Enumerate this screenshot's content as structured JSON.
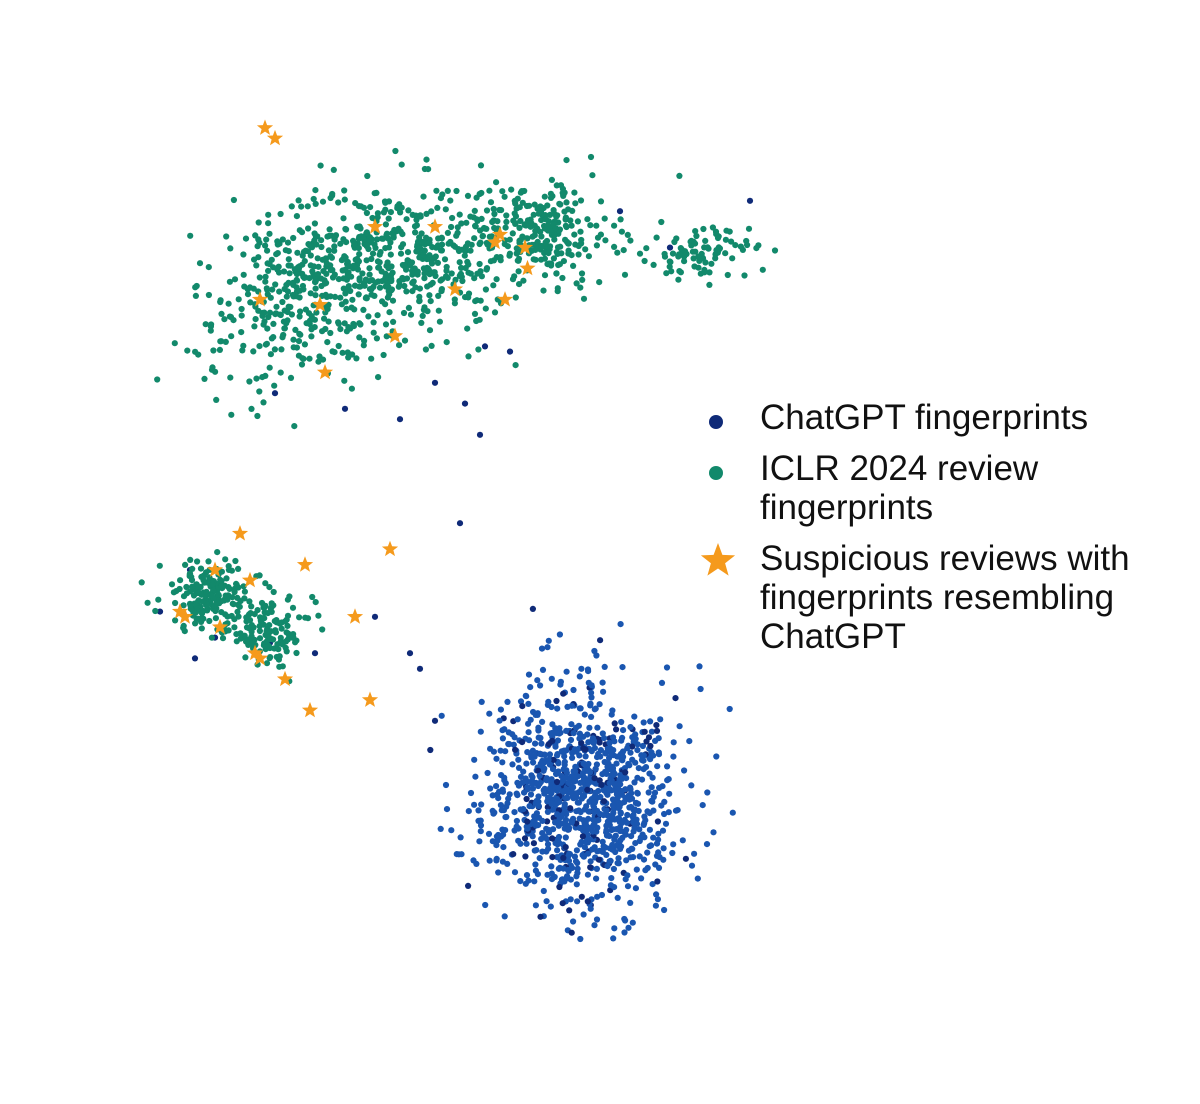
{
  "chart_data": {
    "type": "scatter",
    "title": "",
    "xlabel": "",
    "ylabel": "",
    "axes_visible": false,
    "grid": false,
    "legend_position": "right",
    "series": [
      {
        "name": "ChatGPT fingerprints",
        "marker": "dot",
        "color": "#1a56b0",
        "color_alt": "#0f2a78",
        "clusters": [
          {
            "center": [
              3.8,
              -4.3
            ],
            "spread": [
              1.75,
              1.85
            ],
            "count": 1100
          }
        ],
        "extra_points": [
          [
            -2.3,
            3.4
          ],
          [
            -0.9,
            3.1
          ],
          [
            0.2,
            2.9
          ],
          [
            0.9,
            3.6
          ],
          [
            1.9,
            4.3
          ],
          [
            2.4,
            4.2
          ],
          [
            4.6,
            6.9
          ],
          [
            5.6,
            6.2
          ],
          [
            7.2,
            7.1
          ],
          [
            1.5,
            3.2
          ],
          [
            1.8,
            2.6
          ],
          [
            1.4,
            0.9
          ],
          [
            -4.0,
            0.0
          ],
          [
            -3.5,
            -1.3
          ],
          [
            -1.5,
            -1.6
          ],
          [
            -0.3,
            -0.9
          ],
          [
            0.4,
            -1.6
          ],
          [
            0.9,
            -2.9
          ],
          [
            0.6,
            -1.9
          ],
          [
            -2.4,
            -1.4
          ],
          [
            -4.6,
            -0.8
          ],
          [
            -3.9,
            -1.7
          ]
        ]
      },
      {
        "name": "ICLR 2024 review\nfingerprints",
        "marker": "dot",
        "color": "#12896b",
        "clusters": [
          {
            "center": [
              0.0,
              6.0
            ],
            "spread": [
              2.2,
              1.3
            ],
            "count": 520
          },
          {
            "center": [
              -2.0,
              5.0
            ],
            "spread": [
              1.8,
              1.4
            ],
            "count": 260
          },
          {
            "center": [
              3.0,
              6.5
            ],
            "spread": [
              1.4,
              0.9
            ],
            "count": 260
          },
          {
            "center": [
              6.2,
              6.1
            ],
            "spread": [
              0.9,
              0.45
            ],
            "count": 90
          },
          {
            "center": [
              -3.6,
              -0.5
            ],
            "spread": [
              0.9,
              0.6
            ],
            "count": 200
          },
          {
            "center": [
              -2.4,
              -1.2
            ],
            "spread": [
              0.8,
              0.55
            ],
            "count": 120
          }
        ]
      },
      {
        "name": "Suspicious reviews with\nfingerprints resembling\nChatGPT",
        "marker": "star",
        "color": "#f59a1c",
        "points": [
          [
            -2.5,
            8.5
          ],
          [
            -2.3,
            8.3
          ],
          [
            -0.3,
            6.6
          ],
          [
            0.9,
            6.6
          ],
          [
            2.1,
            6.3
          ],
          [
            2.2,
            6.45
          ],
          [
            2.7,
            6.2
          ],
          [
            2.75,
            5.8
          ],
          [
            1.3,
            5.4
          ],
          [
            2.3,
            5.2
          ],
          [
            -2.6,
            5.2
          ],
          [
            -1.4,
            5.1
          ],
          [
            0.1,
            4.5
          ],
          [
            -1.3,
            3.8
          ],
          [
            -3.0,
            0.7
          ],
          [
            -3.5,
            0.0
          ],
          [
            -2.8,
            -0.2
          ],
          [
            -1.7,
            0.1
          ],
          [
            -4.2,
            -0.8
          ],
          [
            -4.1,
            -0.9
          ],
          [
            -3.4,
            -1.1
          ],
          [
            -2.7,
            -1.6
          ],
          [
            -2.6,
            -1.7
          ],
          [
            -2.1,
            -2.1
          ],
          [
            -1.6,
            -2.7
          ],
          [
            -0.7,
            -0.9
          ],
          [
            -0.4,
            -2.5
          ],
          [
            0.0,
            0.4
          ]
        ]
      }
    ]
  }
}
